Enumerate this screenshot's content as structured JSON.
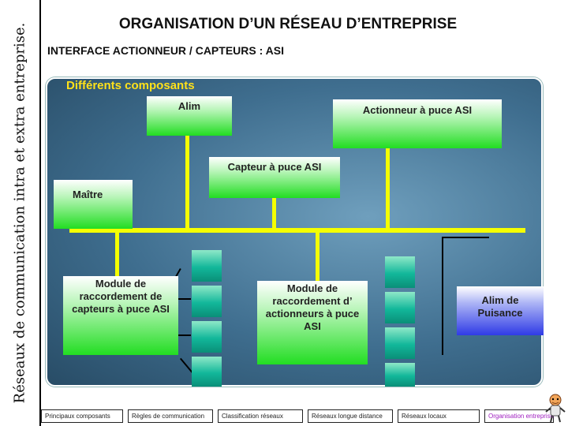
{
  "sidebar": {
    "text": "Réseaux de communication intra et extra entreprise."
  },
  "header": {
    "title": "ORGANISATION D’UN RÉSEAU D’ENTREPRISE",
    "subtitle": "INTERFACE ACTIONNEUR / CAPTEURS : ASI"
  },
  "diagram": {
    "label": "Différents composants",
    "alim": "Alim",
    "actionneur": "Actionneur à puce ASI",
    "capteur": "Capteur à puce ASI",
    "maitre": "Maître",
    "module_capteurs": "Module de raccordement de capteurs à puce ASI",
    "module_actionneurs": "Module de raccordement d’ actionneurs à puce ASI",
    "alim_puissance": "Alim de Puisance"
  },
  "footer": {
    "items": [
      {
        "label": "Principaux composants"
      },
      {
        "label": "Règles de communication"
      },
      {
        "label": "Classification réseaux"
      },
      {
        "label": "Réseaux longue distance"
      },
      {
        "label": "Réseaux locaux"
      },
      {
        "label": "Organisation entreprise"
      }
    ]
  },
  "colors": {
    "bus": "#f5ff00",
    "active_link": "#a020c0",
    "panel": "#3f6e8f"
  }
}
